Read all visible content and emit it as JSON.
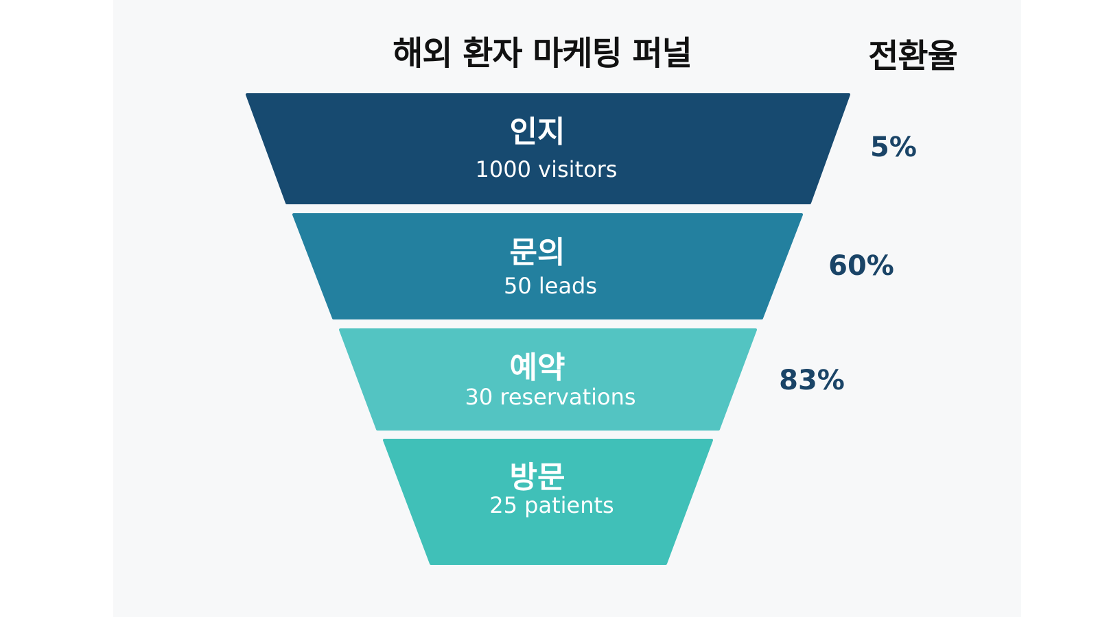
{
  "title": "해외 환자 마케팅 퍼널",
  "rate_header": "전환율",
  "colors": {
    "stage1": "#174a70",
    "stage2": "#23809f",
    "stage3": "#53c4c2",
    "stage4": "#40c0b8",
    "rate_text": "#1a4467"
  },
  "stages": [
    {
      "label": "인지",
      "value": "1000 visitors"
    },
    {
      "label": "문의",
      "value": "50 leads"
    },
    {
      "label": "예약",
      "value": "30 reservations"
    },
    {
      "label": "방문",
      "value": "25 patients"
    }
  ],
  "rates": [
    "5%",
    "60%",
    "83%"
  ]
}
